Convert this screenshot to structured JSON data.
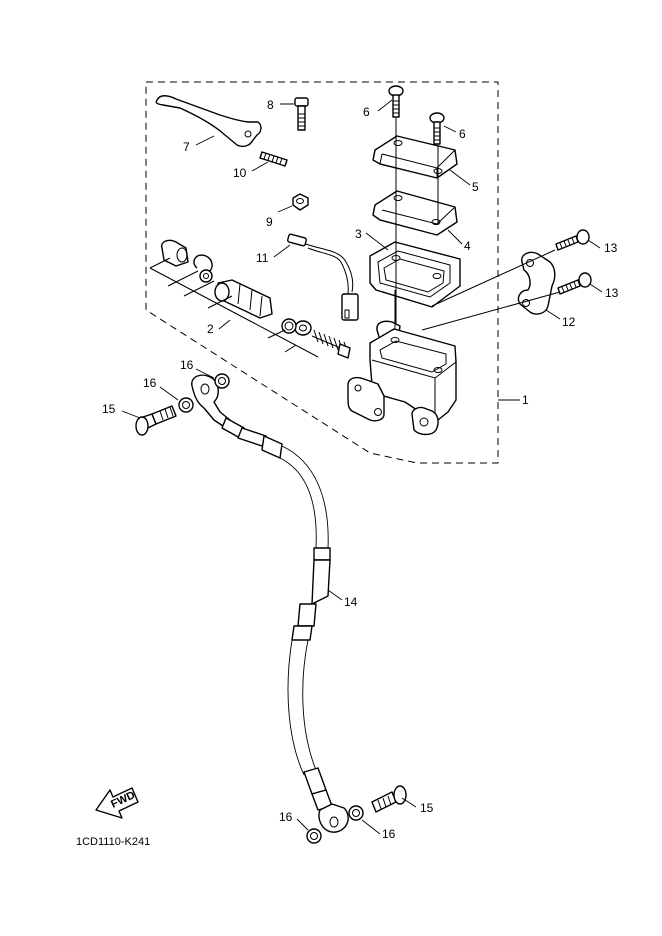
{
  "diagram": {
    "code": "1CD1110-K241",
    "fwd_label": "FWD",
    "callouts": [
      {
        "id": "c1",
        "label": "1"
      },
      {
        "id": "c2",
        "label": "2"
      },
      {
        "id": "c3",
        "label": "3"
      },
      {
        "id": "c4",
        "label": "4"
      },
      {
        "id": "c5",
        "label": "5"
      },
      {
        "id": "c6a",
        "label": "6"
      },
      {
        "id": "c6b",
        "label": "6"
      },
      {
        "id": "c7",
        "label": "7"
      },
      {
        "id": "c8",
        "label": "8"
      },
      {
        "id": "c9",
        "label": "9"
      },
      {
        "id": "c10",
        "label": "10"
      },
      {
        "id": "c11",
        "label": "11"
      },
      {
        "id": "c12",
        "label": "12"
      },
      {
        "id": "c13a",
        "label": "13"
      },
      {
        "id": "c13b",
        "label": "13"
      },
      {
        "id": "c14",
        "label": "14"
      },
      {
        "id": "c15a",
        "label": "15"
      },
      {
        "id": "c15b",
        "label": "15"
      },
      {
        "id": "c16a",
        "label": "16"
      },
      {
        "id": "c16b",
        "label": "16"
      },
      {
        "id": "c16c",
        "label": "16"
      },
      {
        "id": "c16d",
        "label": "16"
      }
    ]
  }
}
